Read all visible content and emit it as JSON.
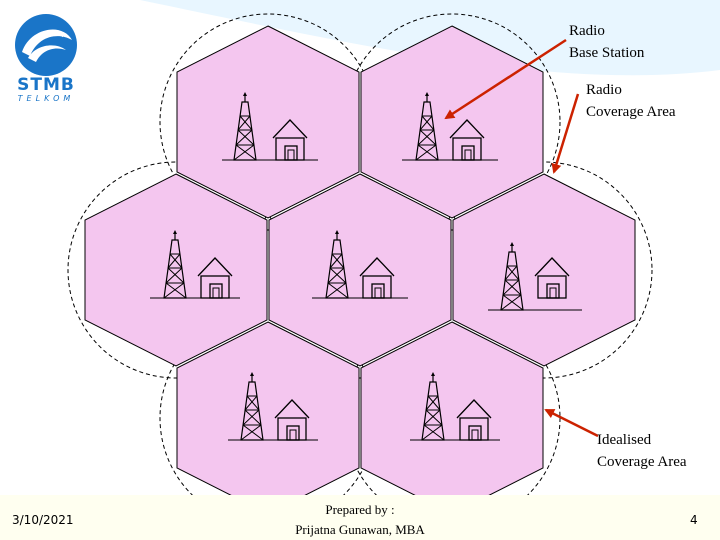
{
  "logo": {
    "name": "STMB",
    "sub": "TELKOM"
  },
  "labels": {
    "base_station": [
      "Radio",
      "Base Station"
    ],
    "coverage_area": [
      "Radio",
      "Coverage Area"
    ],
    "idealised": [
      "Idealised",
      "Coverage Area"
    ]
  },
  "footer": {
    "date": "3/10/2021",
    "prepared_by": "Prepared by :",
    "author": "Prijatna Gunawan, MBA",
    "page": "4"
  },
  "colors": {
    "cell_fill": "#f4c6ef",
    "cell_stroke": "#000000",
    "arrow": "#cc2200",
    "logo_blue": "#1a75c8",
    "background_swoosh": "#e8f6ff"
  },
  "icons": [
    "logo-icon",
    "radio-tower-icon",
    "base-station-building-icon",
    "arrow-icon"
  ]
}
